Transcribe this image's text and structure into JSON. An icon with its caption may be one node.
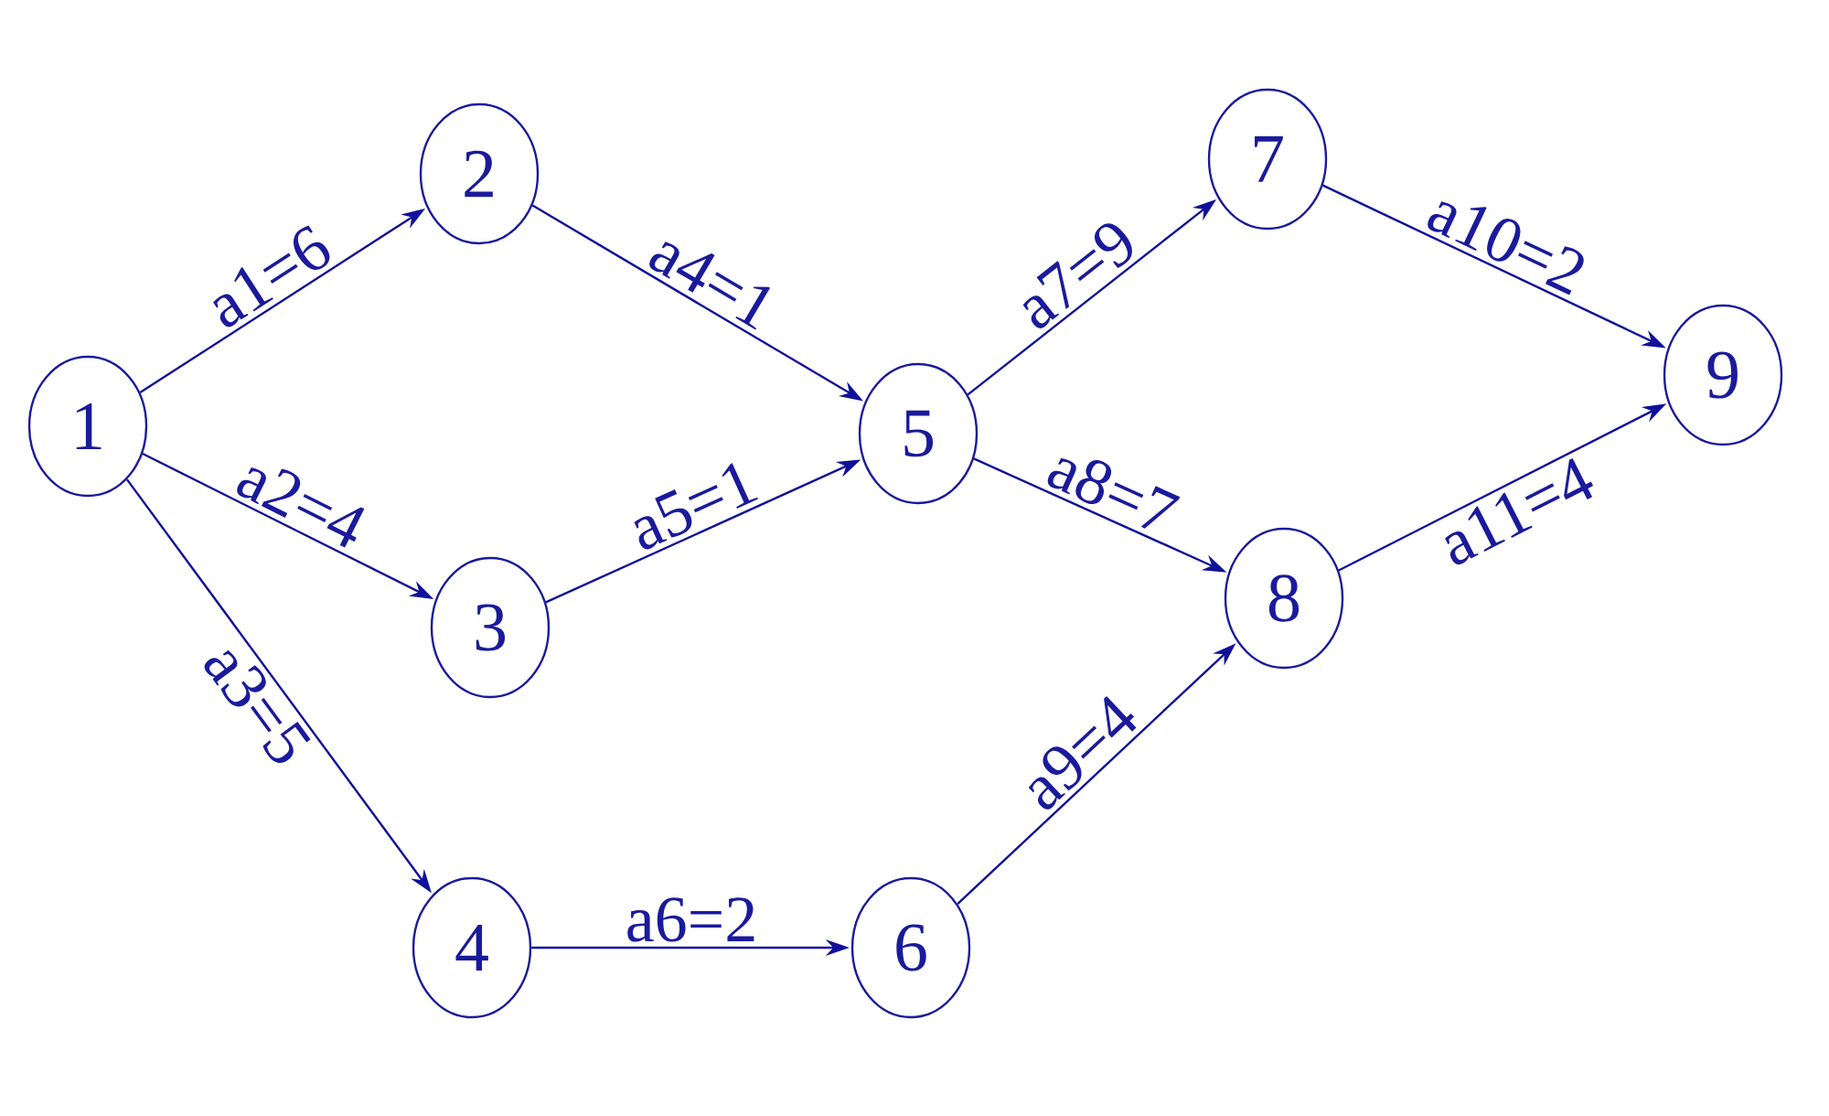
{
  "diagram": {
    "nodes": [
      {
        "text": [
          "1"
        ]
      },
      {
        "text": [
          "2"
        ]
      },
      {
        "text": [
          "3"
        ]
      },
      {
        "text": [
          "4"
        ]
      },
      {
        "text": [
          "5"
        ]
      },
      {
        "text": [
          "6"
        ]
      },
      {
        "text": [
          "7"
        ]
      },
      {
        "text": [
          "8"
        ]
      },
      {
        "text": [
          "9"
        ]
      }
    ],
    "edges": [
      {
        "from": 0,
        "to": 1,
        "arrow": "to",
        "label": "a1=6"
      },
      {
        "from": 0,
        "to": 2,
        "arrow": "to",
        "label": "a2=4"
      },
      {
        "from": 0,
        "to": 3,
        "arrow": "to",
        "label": "a3=5"
      },
      {
        "from": 1,
        "to": 4,
        "arrow": "to",
        "label": "a4=1"
      },
      {
        "from": 2,
        "to": 4,
        "arrow": "to",
        "label": "a5=1"
      },
      {
        "from": 3,
        "to": 5,
        "arrow": "to",
        "label": "a6=2"
      },
      {
        "from": 4,
        "to": 6,
        "arrow": "to",
        "label": "a7=9"
      },
      {
        "from": 4,
        "to": 7,
        "arrow": "to",
        "label": "a8=7"
      },
      {
        "from": 5,
        "to": 7,
        "arrow": "to",
        "label": "a9=4"
      },
      {
        "from": 6,
        "to": 8,
        "arrow": "to",
        "label": "a10=2"
      },
      {
        "from": 7,
        "to": 8,
        "arrow": "to",
        "label": "a11=4"
      }
    ]
  }
}
